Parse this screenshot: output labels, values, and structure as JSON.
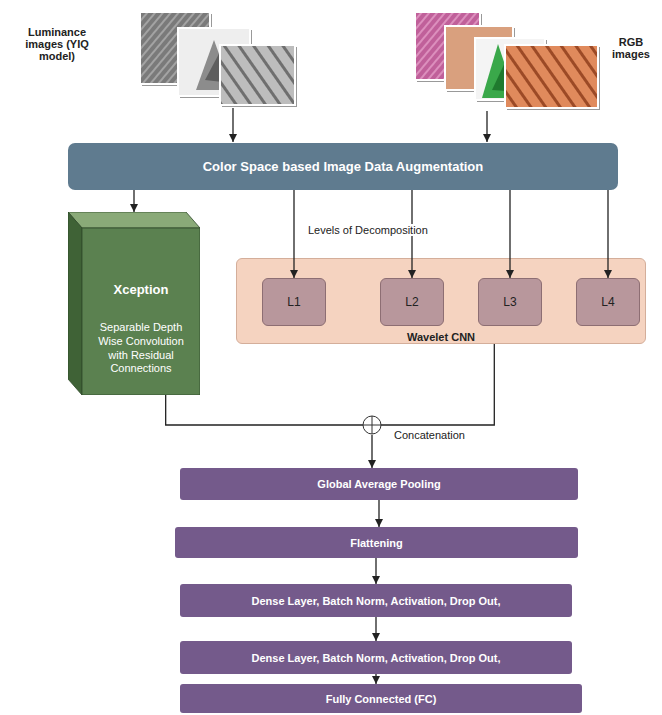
{
  "diagram": {
    "nodes": [
      {
        "text": [
          "Color Space based Image Data Augmentation"
        ]
      },
      {
        "text": [
          "Xception",
          "Separable Depth Wise Convolution with Residual Connections"
        ]
      },
      {
        "text": [
          "Wavelet CNN"
        ]
      },
      {
        "text": [
          "L1"
        ],
        "in": 2
      },
      {
        "text": [
          "L2"
        ],
        "in": 2
      },
      {
        "text": [
          "L3"
        ],
        "in": 2
      },
      {
        "text": [
          "L4"
        ],
        "in": 2
      },
      {
        "text": [
          "Concatenation"
        ]
      },
      {
        "text": [
          "Global Average Pooling"
        ]
      },
      {
        "text": [
          "Flattening"
        ]
      },
      {
        "text": [
          "Dense Layer, Batch Norm, Activation, Drop Out,"
        ]
      },
      {
        "text": [
          "Dense Layer, Batch Norm, Activation, Drop Out,"
        ]
      },
      {
        "text": [
          "Fully Connected (FC)"
        ]
      }
    ],
    "edges": [
      {
        "from": 0,
        "to": 1,
        "arrow": "to"
      },
      {
        "from": 0,
        "to": 3,
        "arrow": "to"
      },
      {
        "from": 0,
        "to": 4,
        "arrow": "to"
      },
      {
        "from": 0,
        "to": 5,
        "arrow": "to"
      },
      {
        "from": 0,
        "to": 6,
        "arrow": "to"
      },
      {
        "from": 1,
        "to": 7,
        "arrow": "none"
      },
      {
        "from": 2,
        "to": 7,
        "arrow": "none"
      },
      {
        "from": 7,
        "to": 8,
        "arrow": "to"
      },
      {
        "from": 8,
        "to": 9,
        "arrow": "to"
      },
      {
        "from": 9,
        "to": 10,
        "arrow": "to"
      },
      {
        "from": 10,
        "to": 11,
        "arrow": "to"
      },
      {
        "from": 11,
        "to": 12,
        "arrow": "to"
      }
    ],
    "labels": [
      "Luminance images (YIQ model)",
      "RGB images",
      "Levels of Decomposition"
    ]
  }
}
